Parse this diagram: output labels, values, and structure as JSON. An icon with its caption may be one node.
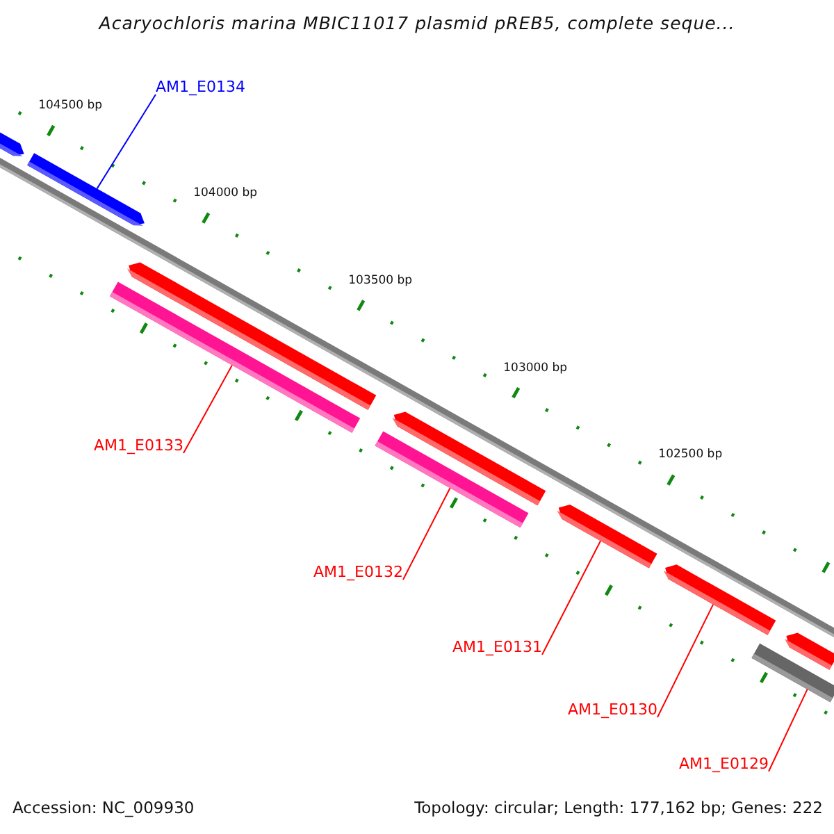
{
  "diagram": {
    "title": "Acaryochloris marina MBIC11017 plasmid pREB5, complete seque...",
    "nodes": [
      {
        "text": [
          "AM1_E0134"
        ]
      },
      {
        "text": [
          "AM1_E0133"
        ]
      },
      {
        "text": [
          "AM1_E0132"
        ]
      },
      {
        "text": [
          "AM1_E0131"
        ]
      },
      {
        "text": [
          "AM1_E0130"
        ]
      },
      {
        "text": [
          "AM1_E0129"
        ]
      },
      {
        "text": [],
        "shape": "bar"
      },
      {
        "text": [],
        "shape": "bar"
      },
      {
        "text": [],
        "shape": "bar"
      },
      {
        "text": [],
        "shape": "bar"
      },
      {
        "text": [],
        "shape": "bar"
      },
      {
        "text": [],
        "shape": "bar"
      },
      {
        "text": [],
        "shape": "bar"
      },
      {
        "text": [],
        "shape": "bar"
      },
      {
        "text": [],
        "shape": "bar"
      },
      {
        "text": [],
        "shape": "bar"
      }
    ],
    "edges": [
      {
        "from": 0,
        "to": 7,
        "arrow": "none",
        "color": "#0000ff"
      },
      {
        "from": 1,
        "to": 9,
        "arrow": "none"
      },
      {
        "from": 2,
        "to": 11,
        "arrow": "none"
      },
      {
        "from": 3,
        "to": 12,
        "arrow": "none"
      },
      {
        "from": 4,
        "to": 13,
        "arrow": "none"
      },
      {
        "from": 5,
        "to": 15,
        "arrow": "none"
      }
    ],
    "labels": [
      "104500 bp",
      "104000 bp",
      "103500 bp",
      "103000 bp",
      "102500 bp",
      "Accession: NC_009930",
      "Topology: circular; Length: 177,162 bp; Genes: 222"
    ]
  }
}
